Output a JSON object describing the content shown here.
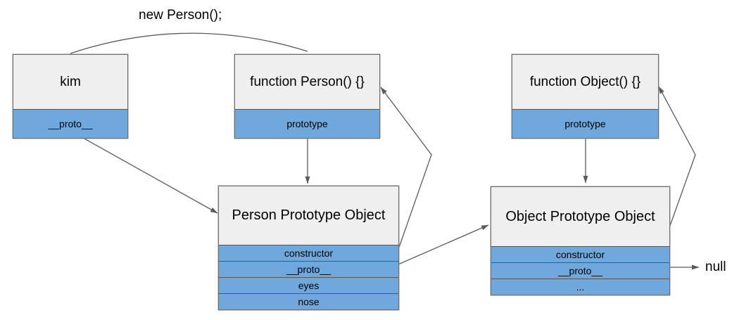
{
  "diagram": {
    "annotation_new_person": "new Person();",
    "null_label": "null",
    "colors": {
      "header_fill": "#efefef",
      "row_fill": "#6fa8dc",
      "box_border": "#6e6e6e",
      "arrow": "#5b5b5b",
      "text": "#000000"
    },
    "boxes": [
      {
        "id": "kim",
        "title": "kim",
        "rows": [
          "__proto__"
        ]
      },
      {
        "id": "function-person",
        "title": "function Person() {}",
        "rows": [
          "prototype"
        ]
      },
      {
        "id": "function-object",
        "title": "function Object() {}",
        "rows": [
          "prototype"
        ]
      },
      {
        "id": "person-prototype-object",
        "title": "Person Prototype Object",
        "rows": [
          "constructor",
          "__proto__",
          "eyes",
          "nose"
        ]
      },
      {
        "id": "object-prototype-object",
        "title": "Object Prototype Object",
        "rows": [
          "constructor",
          "__proto__",
          "..."
        ]
      }
    ]
  }
}
